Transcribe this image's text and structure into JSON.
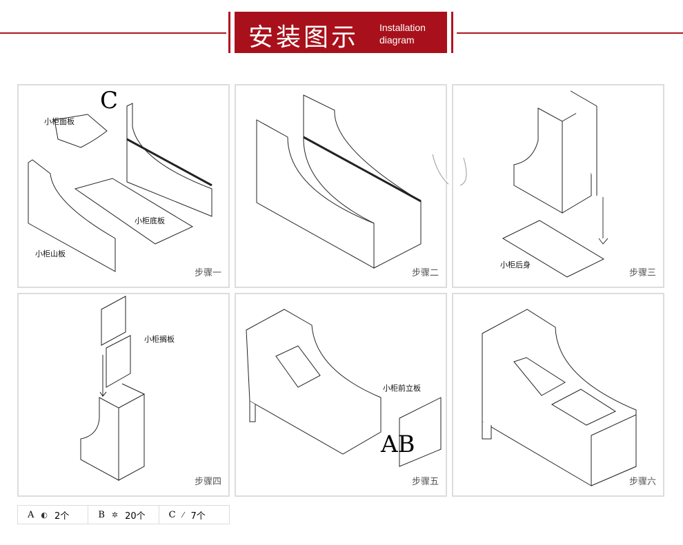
{
  "header": {
    "title_cn": "安装图示",
    "title_en_line1": "Installation",
    "title_en_line2": "diagram",
    "accent_color": "#a8111b"
  },
  "steps": [
    {
      "label": "步骤一",
      "parts": [
        "小柜面板",
        "小柜底板",
        "小柜山板"
      ],
      "marker": "C"
    },
    {
      "label": "步骤二"
    },
    {
      "label": "步骤三",
      "parts": [
        "小柜后身"
      ]
    },
    {
      "label": "步骤四",
      "parts": [
        "小柜搁板"
      ]
    },
    {
      "label": "步骤五",
      "parts": [
        "小柜前立板"
      ],
      "marker": "AB"
    },
    {
      "label": "步骤六"
    }
  ],
  "hardware": [
    {
      "key": "A",
      "icon": "cam-lock-icon",
      "count": "2个"
    },
    {
      "key": "B",
      "icon": "cam-nut-icon",
      "count": "20个"
    },
    {
      "key": "C",
      "icon": "dowel-icon",
      "count": "7个"
    }
  ]
}
